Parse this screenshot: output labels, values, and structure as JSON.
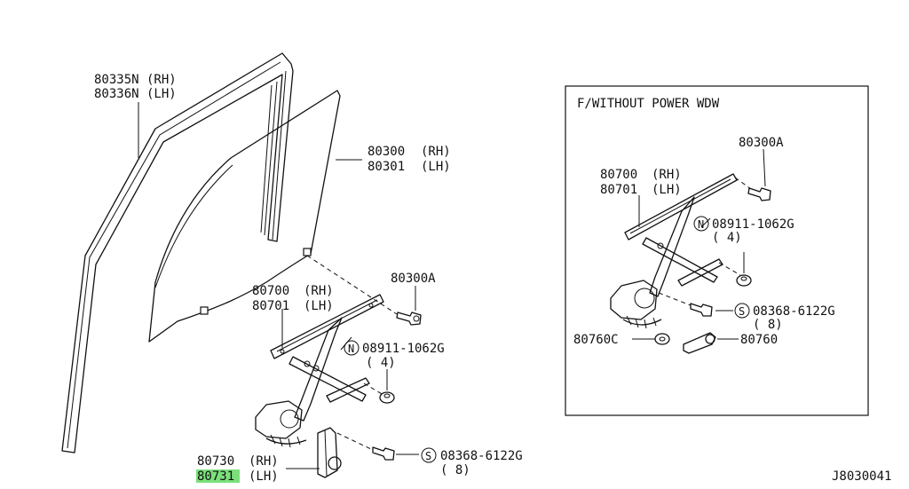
{
  "main_labels": {
    "run_rh_code": "80335N",
    "run_rh_side": "(RH)",
    "run_lh_code": "80336N",
    "run_lh_side": "(LH)",
    "glass_rh_code": "80300",
    "glass_rh_side": "(RH)",
    "glass_lh_code": "80301",
    "glass_lh_side": "(LH)",
    "bolt_code": "80300A",
    "reg_rh_code": "80700",
    "reg_rh_side": "(RH)",
    "reg_lh_code": "80701",
    "reg_lh_side": "(LH)",
    "nut_symbol": "N",
    "nut_code": "08911-1062G",
    "nut_qty": "( 4)",
    "screw_symbol": "S",
    "screw_code": "08368-6122G",
    "screw_qty": "( 8)",
    "motor_rh_code": "80730",
    "motor_rh_side": "(RH)",
    "motor_lh_code": "80731",
    "motor_lh_side": "(LH)"
  },
  "inset": {
    "title": "F/WITHOUT POWER WDW",
    "bolt_code": "80300A",
    "reg_rh_code": "80700",
    "reg_rh_side": "(RH)",
    "reg_lh_code": "80701",
    "reg_lh_side": "(LH)",
    "nut_symbol": "N",
    "nut_code": "08911-1062G",
    "nut_qty": "( 4)",
    "screw_symbol": "S",
    "screw_code": "08368-6122G",
    "screw_qty": "( 8)",
    "washer_code": "80760C",
    "handle_code": "80760"
  },
  "diagram_id": "J8030041",
  "highlight_color": "#7be07b"
}
